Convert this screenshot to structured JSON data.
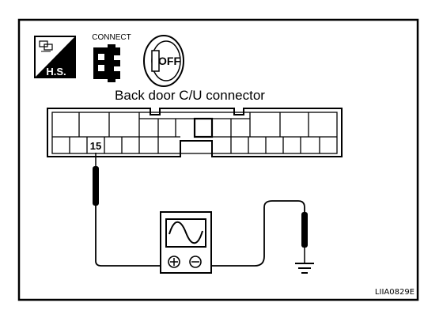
{
  "icons": {
    "harness_side_badge": "H.S.",
    "connect_caption": "CONNECT",
    "ignition_label": "OFF"
  },
  "connector": {
    "title": "Back door C/U connector",
    "pin_label": "15"
  },
  "figure_code": "LIIA0829E"
}
